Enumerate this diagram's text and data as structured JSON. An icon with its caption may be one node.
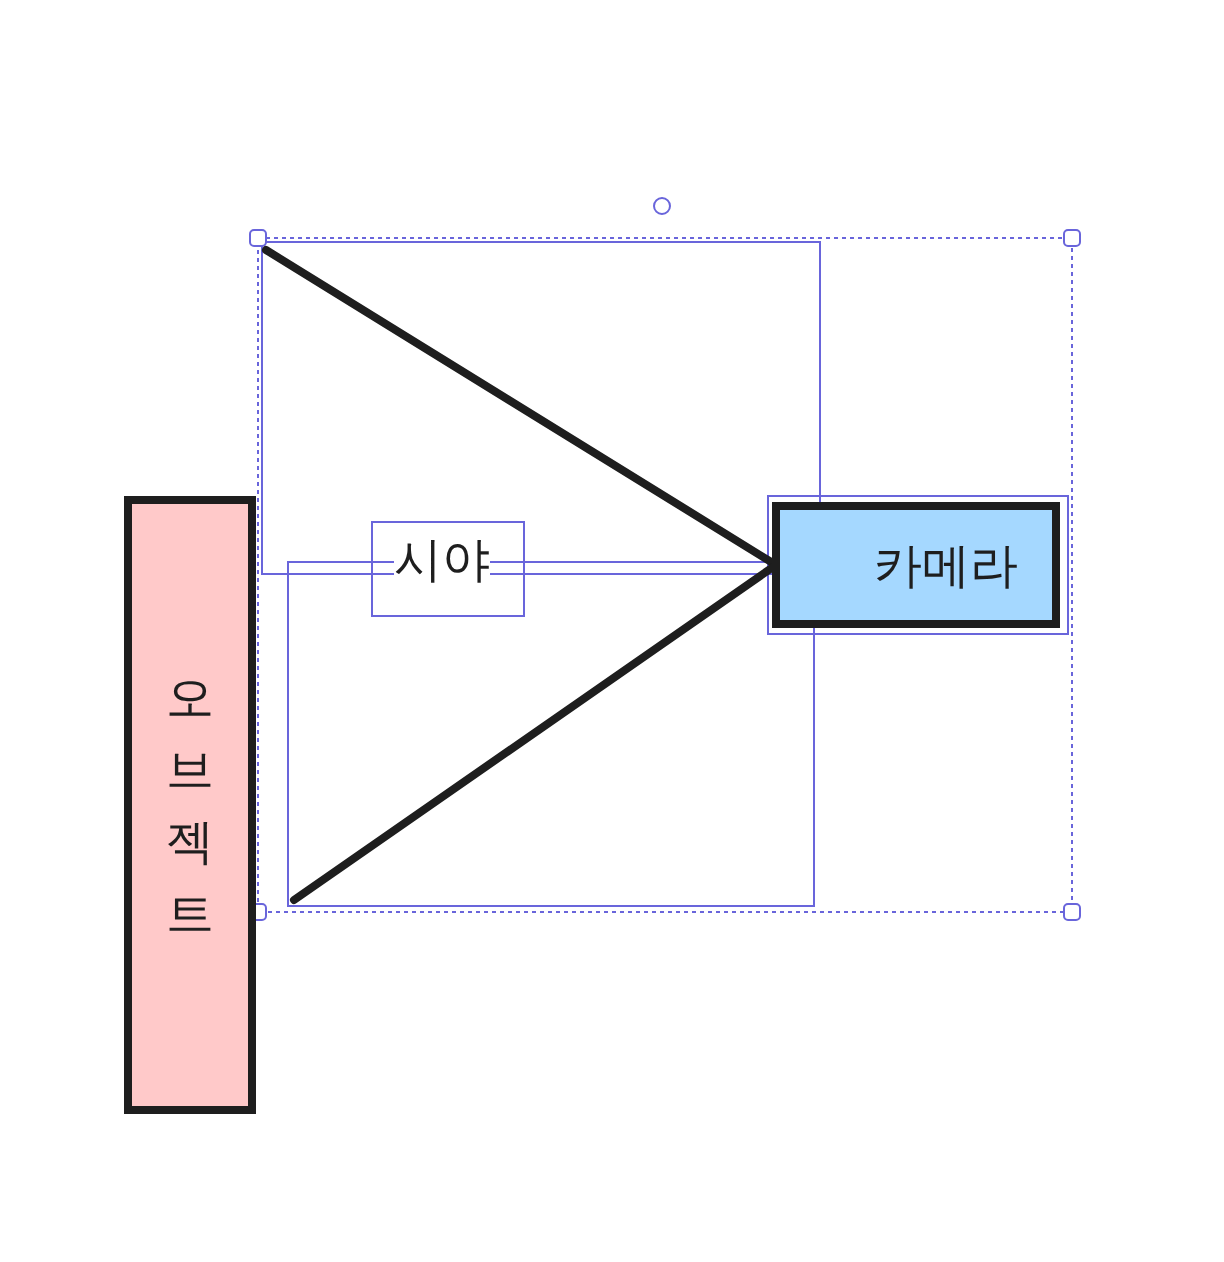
{
  "diagram": {
    "nodes": [
      {
        "text": [
          "오브젝트"
        ]
      },
      {
        "text": [
          "카메라"
        ]
      }
    ],
    "edges": [
      {
        "from": 1,
        "to": null,
        "arrow": "none"
      },
      {
        "from": 1,
        "to": null,
        "arrow": "none"
      }
    ],
    "labels": [
      "시야"
    ]
  }
}
